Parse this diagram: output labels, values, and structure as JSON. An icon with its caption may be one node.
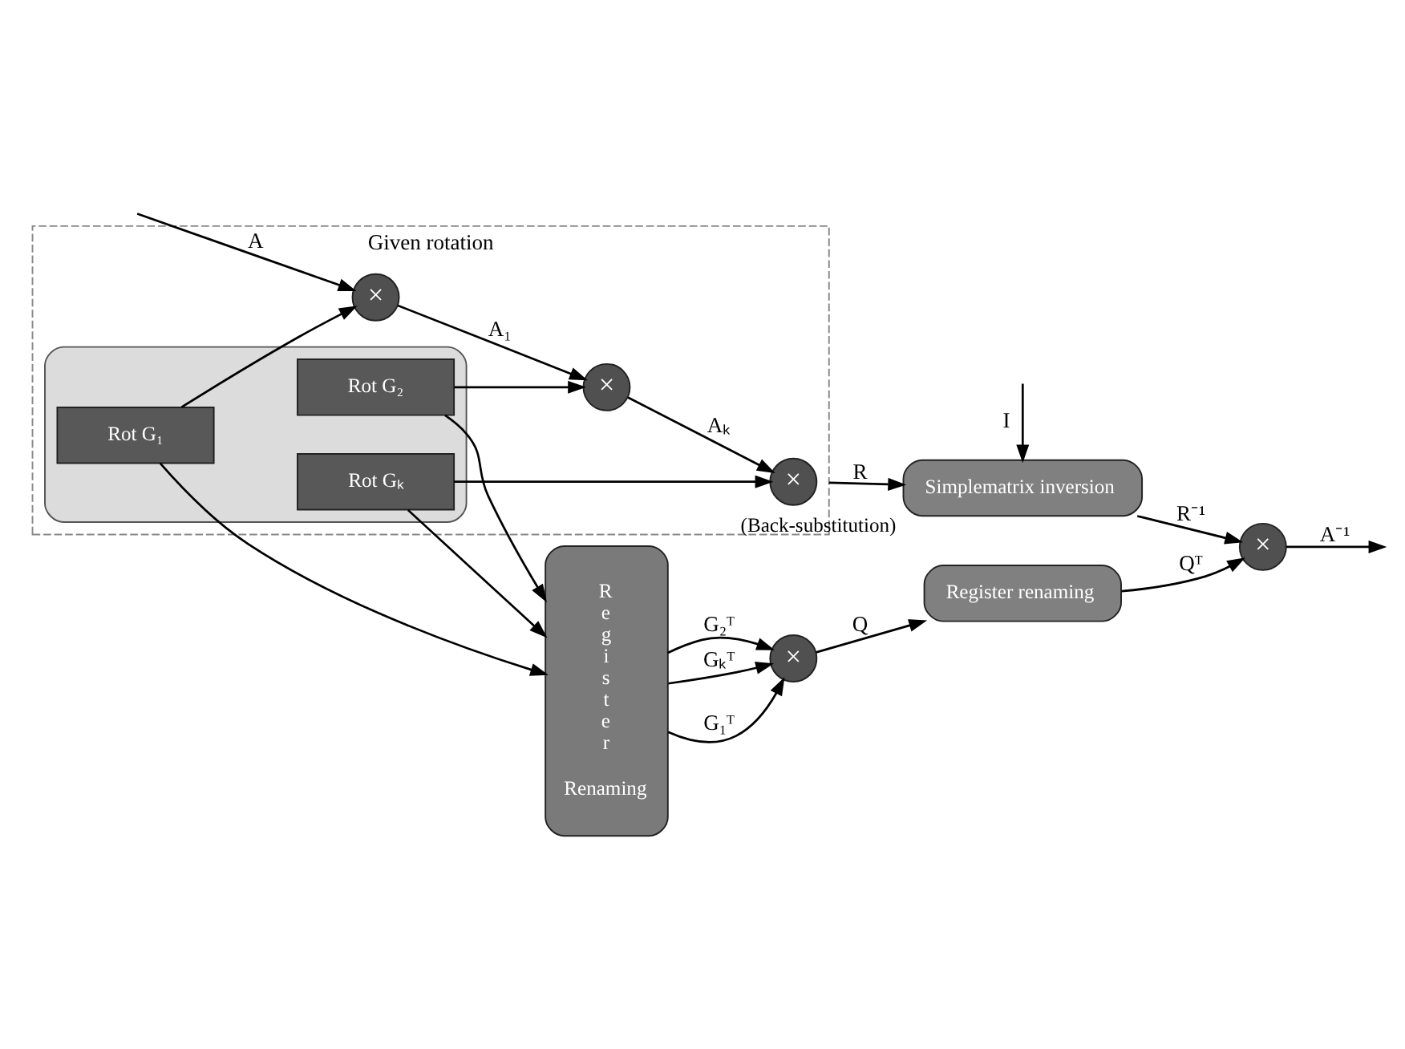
{
  "diagram": {
    "nodes": [
      {
        "text": [
          "Given rotation"
        ]
      },
      {
        "text": [],
        "shape": "box",
        "in": 0
      },
      {
        "text": [
          "Rot G₁"
        ],
        "in": 1
      },
      {
        "text": [
          "Rot G₂"
        ],
        "in": 1
      },
      {
        "text": [
          "Rot Gₖ"
        ],
        "in": 1
      },
      {
        "text": [
          "×"
        ],
        "in": 0
      },
      {
        "text": [
          "×"
        ],
        "in": 0
      },
      {
        "text": [
          "×"
        ],
        "in": 0
      },
      {
        "text": [
          "Simplematrix inversion"
        ],
        "beside": [
          "(Back-substitution)"
        ]
      },
      {
        "text": [
          "Register",
          "Renaming"
        ]
      },
      {
        "text": [
          "×"
        ]
      },
      {
        "text": [
          "Register renaming"
        ]
      },
      {
        "text": [
          "×"
        ]
      }
    ],
    "edges": [
      {
        "from": null,
        "to": 5,
        "arrow": "to",
        "label": "A"
      },
      {
        "from": 2,
        "to": 5,
        "arrow": "to"
      },
      {
        "from": 3,
        "to": 6,
        "arrow": "to"
      },
      {
        "from": 4,
        "to": 7,
        "arrow": "to"
      },
      {
        "from": 5,
        "to": 6,
        "arrow": "to",
        "label": "A₁"
      },
      {
        "from": 6,
        "to": 7,
        "arrow": "to",
        "label": "Aₖ"
      },
      {
        "from": 2,
        "to": 9,
        "arrow": "to"
      },
      {
        "from": 3,
        "to": 9,
        "arrow": "to"
      },
      {
        "from": 4,
        "to": 9,
        "arrow": "to"
      },
      {
        "from": 0,
        "to": 8,
        "arrow": "to",
        "label": "R"
      },
      {
        "from": null,
        "to": 8,
        "arrow": "to",
        "label": "I"
      },
      {
        "from": 8,
        "to": 12,
        "arrow": "to",
        "label": "R⁻¹"
      },
      {
        "from": 9,
        "to": 10,
        "arrow": "to",
        "label": "G₁ᵀ"
      },
      {
        "from": 9,
        "to": 10,
        "arrow": "to",
        "label": "G₂ᵀ"
      },
      {
        "from": 9,
        "to": 10,
        "arrow": "to",
        "label": "Gₖᵀ"
      },
      {
        "from": 10,
        "to": 11,
        "arrow": "to",
        "label": "Q"
      },
      {
        "from": 11,
        "to": 12,
        "arrow": "to",
        "label": "Qᵀ"
      },
      {
        "from": 12,
        "to": null,
        "arrow": "to",
        "label": "A⁻¹"
      }
    ]
  }
}
